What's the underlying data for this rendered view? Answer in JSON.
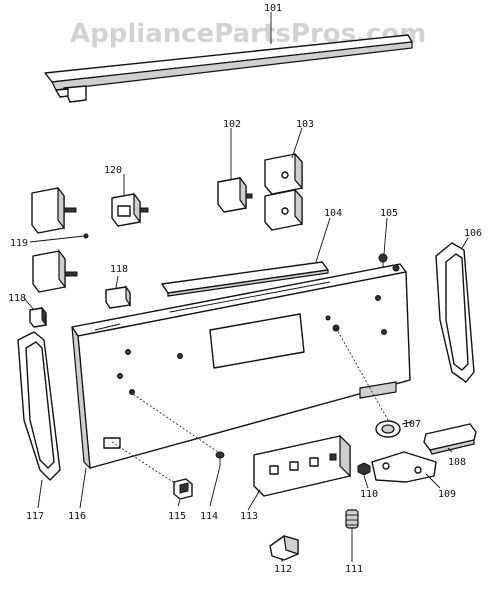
{
  "watermark": "AppliancePartsPros.com",
  "callouts": {
    "p101": "101",
    "p102": "102",
    "p103": "103",
    "p104": "104",
    "p105": "105",
    "p106": "106",
    "p107": "107",
    "p108": "108",
    "p109": "109",
    "p110": "110",
    "p111": "111",
    "p112": "112",
    "p113": "113",
    "p114": "114",
    "p115": "115",
    "p116": "116",
    "p117": "117",
    "p118a": "118",
    "p118b": "118",
    "p119": "119",
    "p120": "120"
  },
  "colors": {
    "ink": "#111111",
    "watermark": "#d2d2d2",
    "background": "#ffffff"
  }
}
